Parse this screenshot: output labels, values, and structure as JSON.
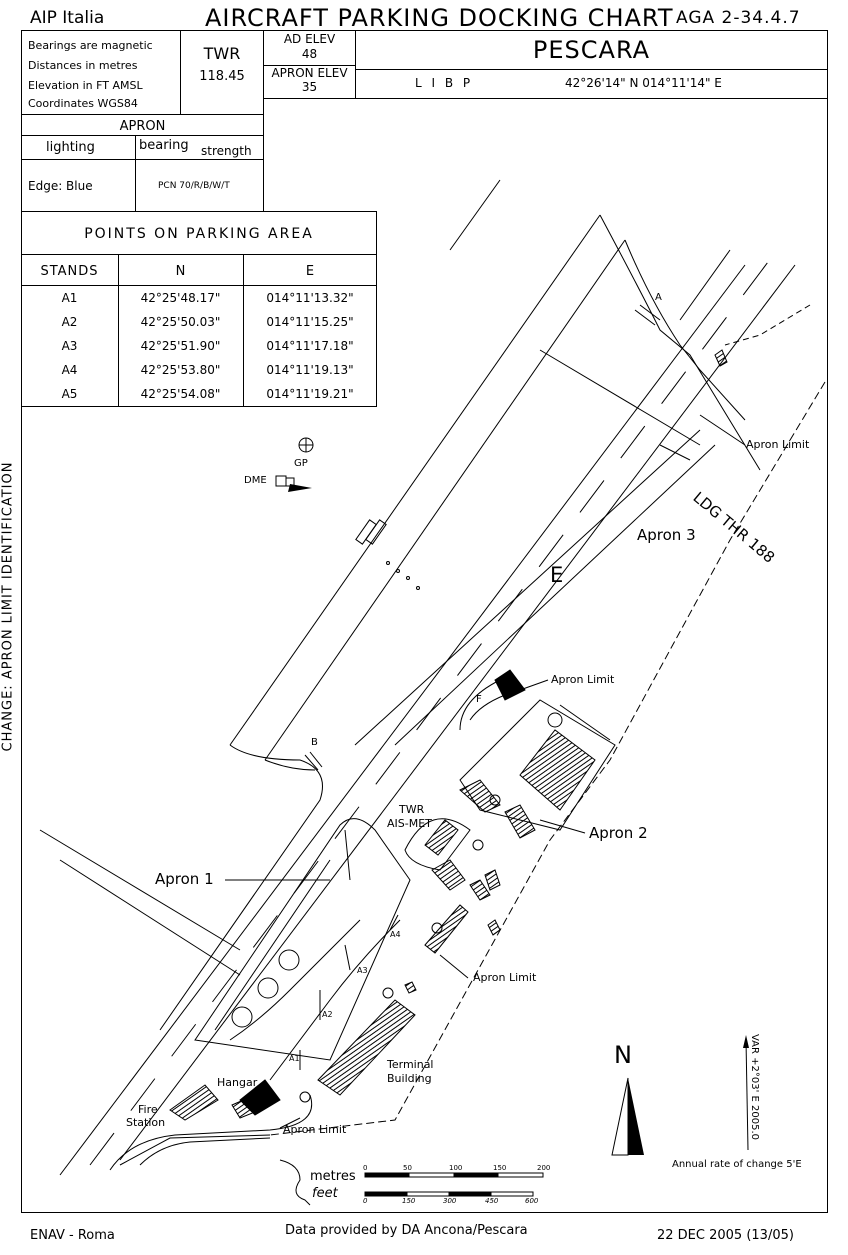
{
  "header": {
    "publisher": "AIP Italia",
    "title": "AIRCRAFT PARKING DOCKING CHART",
    "code": "AGA 2-34.4.7"
  },
  "notes": {
    "line1": "Bearings are magnetic",
    "line2": "Distances in metres",
    "line3": "Elevation in  FT AMSL",
    "line4": "Coordinates  WGS84"
  },
  "twr": {
    "label": "TWR",
    "freq": "118.45"
  },
  "ad_elev": {
    "label": "AD  ELEV",
    "value": "48"
  },
  "apron_elev": {
    "label": "APRON  ELEV",
    "value": "35"
  },
  "airport": {
    "name": "PESCARA",
    "icao": "L I B P",
    "coords": "42°26'14\" N   014°11'14\" E"
  },
  "apron_table": {
    "title": "APRON",
    "lighting_label": "lighting",
    "bearing_label": "bearing",
    "strength_label": "strength",
    "lighting_value": "Edge:  Blue",
    "strength_value": "PCN 70/R/B/W/T"
  },
  "points_table": {
    "title": "POINTS  ON  PARKING  AREA",
    "headers": [
      "STANDS",
      "N",
      "E"
    ],
    "rows": [
      {
        "stand": "A1",
        "n": "42°25'48.17\"",
        "e": "014°11'13.32\""
      },
      {
        "stand": "A2",
        "n": "42°25'50.03\"",
        "e": "014°11'15.25\""
      },
      {
        "stand": "A3",
        "n": "42°25'51.90\"",
        "e": "014°11'17.18\""
      },
      {
        "stand": "A4",
        "n": "42°25'53.80\"",
        "e": "014°11'19.13\""
      },
      {
        "stand": "A5",
        "n": "42°25'54.08\"",
        "e": "014°11'19.21\""
      }
    ]
  },
  "side_note": "CHANGE:  APRON  LIMIT  IDENTIFICATION",
  "map_labels": {
    "gp": "GP",
    "dme": "DME",
    "taxiway_a": "A",
    "taxiway_b": "B",
    "taxiway_e": "E",
    "taxiway_f": "F",
    "apron_limit": "Apron Limit",
    "ldg_thr": "LDG THR 188",
    "apron1": "Apron  1",
    "apron2": "Apron  2",
    "apron3": "Apron  3",
    "twr": "TWR",
    "ais_met": "AIS-MET",
    "a1": "A1",
    "a2": "A2",
    "a3": "A3",
    "a4": "A4",
    "terminal1": "Terminal",
    "terminal2": "Building",
    "hangar": "Hangar",
    "fire1": "Fire",
    "fire2": "Station"
  },
  "north": "N",
  "variation": "VAR +2°03' E  2005.0",
  "annual_change": "Annual rate of change 5'E",
  "scale": {
    "metres_label": "metres",
    "feet_label": "feet",
    "metres_ticks": [
      "0",
      "50",
      "100",
      "150",
      "200"
    ],
    "feet_ticks": [
      "0",
      "150",
      "300",
      "450",
      "600"
    ]
  },
  "footer": {
    "left": "ENAV  -  Roma",
    "center": "Data provided by DA Ancona/Pescara",
    "right": "22 DEC 2005 (13/05)"
  }
}
